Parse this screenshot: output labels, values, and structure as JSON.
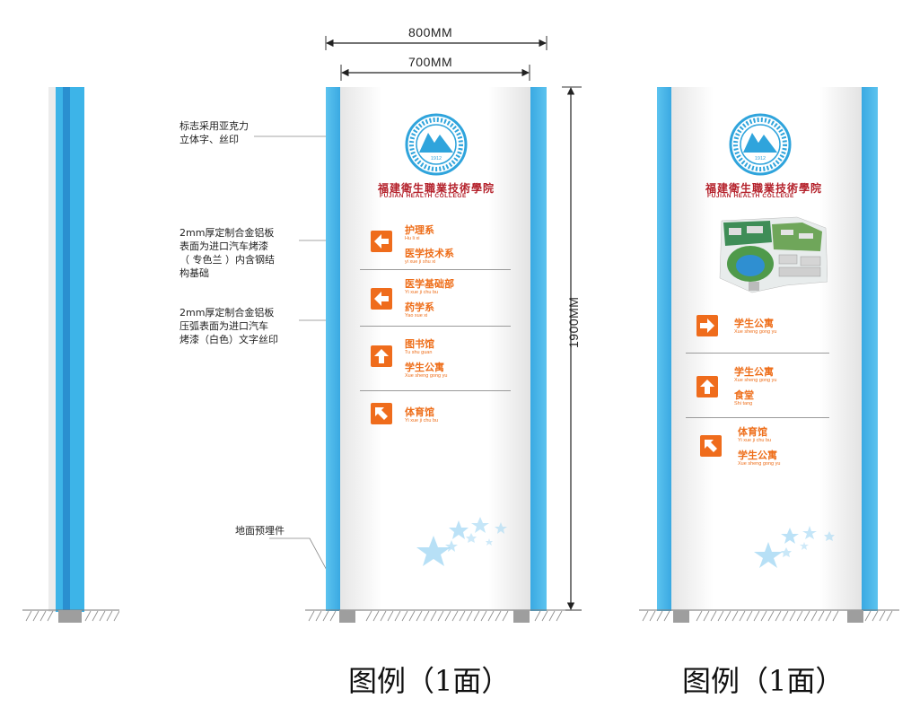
{
  "dimensions": {
    "outer_width": "800MM",
    "inner_width": "700MM",
    "height": "1900MM"
  },
  "annotations": {
    "logo_note": [
      "标志采用亚克力",
      "立体字、丝印"
    ],
    "frame_note": [
      "2mm厚定制合金铝板",
      "表面为进口汽车烤漆",
      "（ 专色兰 ）内含钢结",
      "构基础"
    ],
    "panel_note": [
      "2mm厚定制合金铝板",
      "压弧表面为进口汽车",
      "烤漆（白色）文字丝印"
    ],
    "ground_note": "地面预埋件"
  },
  "logo": {
    "year": "1912",
    "ring_text": "福建卫生职业技术学院",
    "ring_text_en": "FUJIAN HEALTH COLLEGE"
  },
  "school": {
    "name_cn": "福建衛生職業技術學院",
    "name_en": "FUJIAN HEALTH COLLEGE"
  },
  "sign1": {
    "groups": [
      {
        "arrow": "left",
        "items": [
          {
            "cn": "护理系",
            "py": "Hu li xi"
          },
          {
            "cn": "医学技术系",
            "py": "yi xue ji shu xi"
          }
        ]
      },
      {
        "arrow": "left",
        "items": [
          {
            "cn": "医学基础部",
            "py": "Yi xue ji chu bu"
          },
          {
            "cn": "药学系",
            "py": "Yao xue xi"
          }
        ]
      },
      {
        "arrow": "up",
        "items": [
          {
            "cn": "图书馆",
            "py": "Tu shu guan"
          },
          {
            "cn": "学生公寓",
            "py": "Xue sheng gong yu"
          }
        ]
      },
      {
        "arrow": "up-left",
        "items": [
          {
            "cn": "体育馆",
            "py": "Yi xue ji chu bu"
          }
        ]
      }
    ]
  },
  "sign2": {
    "groups": [
      {
        "arrow": "right",
        "items": [
          {
            "cn": "学生公寓",
            "py": "Xue sheng gong yu"
          }
        ]
      },
      {
        "arrow": "up",
        "items": [
          {
            "cn": "学生公寓",
            "py": "Xue sheng gong yu"
          },
          {
            "cn": "食堂",
            "py": "Shi tang"
          }
        ]
      },
      {
        "arrow": "up-left",
        "items": [
          {
            "cn": "体育馆",
            "py": "Yi xue ji chu bu"
          },
          {
            "cn": "学生公寓",
            "py": "Xue sheng gong yu"
          }
        ]
      }
    ]
  },
  "captions": [
    "图例（1面）",
    "图例（1面）"
  ],
  "colors": {
    "frame_blue": "#3db4e8",
    "frame_dark": "#2a95cf",
    "accent_orange": "#ef6c1c",
    "school_red": "#b4202a"
  }
}
